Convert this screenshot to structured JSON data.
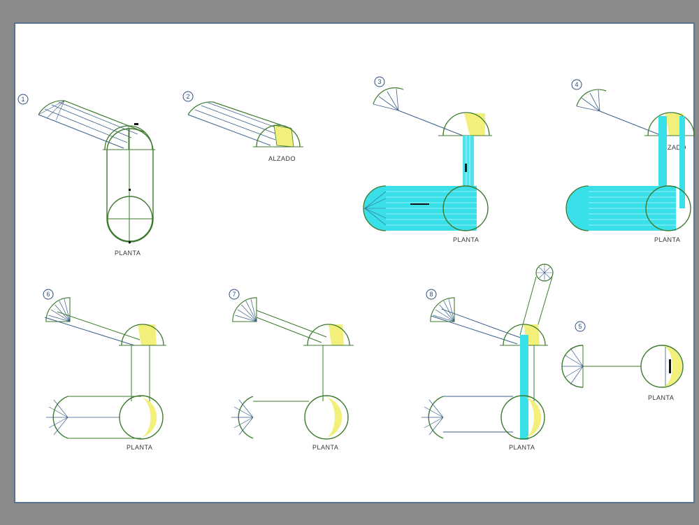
{
  "colors": {
    "background": "#8a8a8a",
    "sheet": "#ffffff",
    "sheet_border": "#5a7390",
    "green_line": "#3d7a2e",
    "blue_line": "#3a5f8a",
    "cyan_fill": "#39e0ea",
    "yellow_fill": "#f2f07a",
    "dark_mark": "#111111"
  },
  "steps": [
    {
      "number": "1",
      "labels": [
        "PLANTA"
      ]
    },
    {
      "number": "2",
      "labels": [
        "ALZADO"
      ]
    },
    {
      "number": "3",
      "labels": [
        "PLANTA"
      ]
    },
    {
      "number": "4",
      "labels": [
        "ALZADO",
        "PLANTA"
      ]
    },
    {
      "number": "6",
      "labels": [
        "PLANTA"
      ]
    },
    {
      "number": "7",
      "labels": [
        "PLANTA"
      ]
    },
    {
      "number": "8",
      "labels": [
        "PLANTA"
      ]
    },
    {
      "number": "5",
      "labels": [
        "PLANTA"
      ]
    }
  ]
}
